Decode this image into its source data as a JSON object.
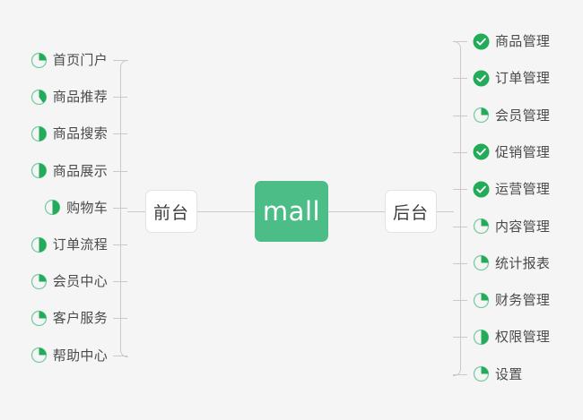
{
  "diagram": {
    "title": "mall",
    "background_color": "#f5f5f5",
    "accent_color": "#4cbd87",
    "check_color": "#22ab58",
    "connector_color": "#c9c9c9",
    "label_color": "#4a4a4a"
  },
  "root": {
    "label": "mall"
  },
  "branches": [
    {
      "id": "frontend",
      "label": "前台",
      "side": "left",
      "items": [
        {
          "label": "首页门户",
          "status": "pie",
          "progress": 25
        },
        {
          "label": "商品推荐",
          "status": "pie",
          "progress": 40
        },
        {
          "label": "商品搜索",
          "status": "pie",
          "progress": 50
        },
        {
          "label": "商品展示",
          "status": "pie",
          "progress": 50
        },
        {
          "label": "购物车",
          "status": "pie",
          "progress": 50
        },
        {
          "label": "订单流程",
          "status": "pie",
          "progress": 50
        },
        {
          "label": "会员中心",
          "status": "pie",
          "progress": 25
        },
        {
          "label": "客户服务",
          "status": "pie",
          "progress": 25
        },
        {
          "label": "帮助中心",
          "status": "pie",
          "progress": 25
        }
      ]
    },
    {
      "id": "backend",
      "label": "后台",
      "side": "right",
      "items": [
        {
          "label": "商品管理",
          "status": "check",
          "progress": 100
        },
        {
          "label": "订单管理",
          "status": "check",
          "progress": 100
        },
        {
          "label": "会员管理",
          "status": "pie",
          "progress": 25
        },
        {
          "label": "促销管理",
          "status": "check",
          "progress": 100
        },
        {
          "label": "运营管理",
          "status": "check",
          "progress": 100
        },
        {
          "label": "内容管理",
          "status": "pie",
          "progress": 25
        },
        {
          "label": "统计报表",
          "status": "pie",
          "progress": 25
        },
        {
          "label": "财务管理",
          "status": "pie",
          "progress": 25
        },
        {
          "label": "权限管理",
          "status": "pie",
          "progress": 50
        },
        {
          "label": "设置",
          "status": "pie",
          "progress": 25
        }
      ]
    }
  ],
  "icons": {
    "check": "check-circle-icon",
    "pie": "progress-pie-icon"
  }
}
